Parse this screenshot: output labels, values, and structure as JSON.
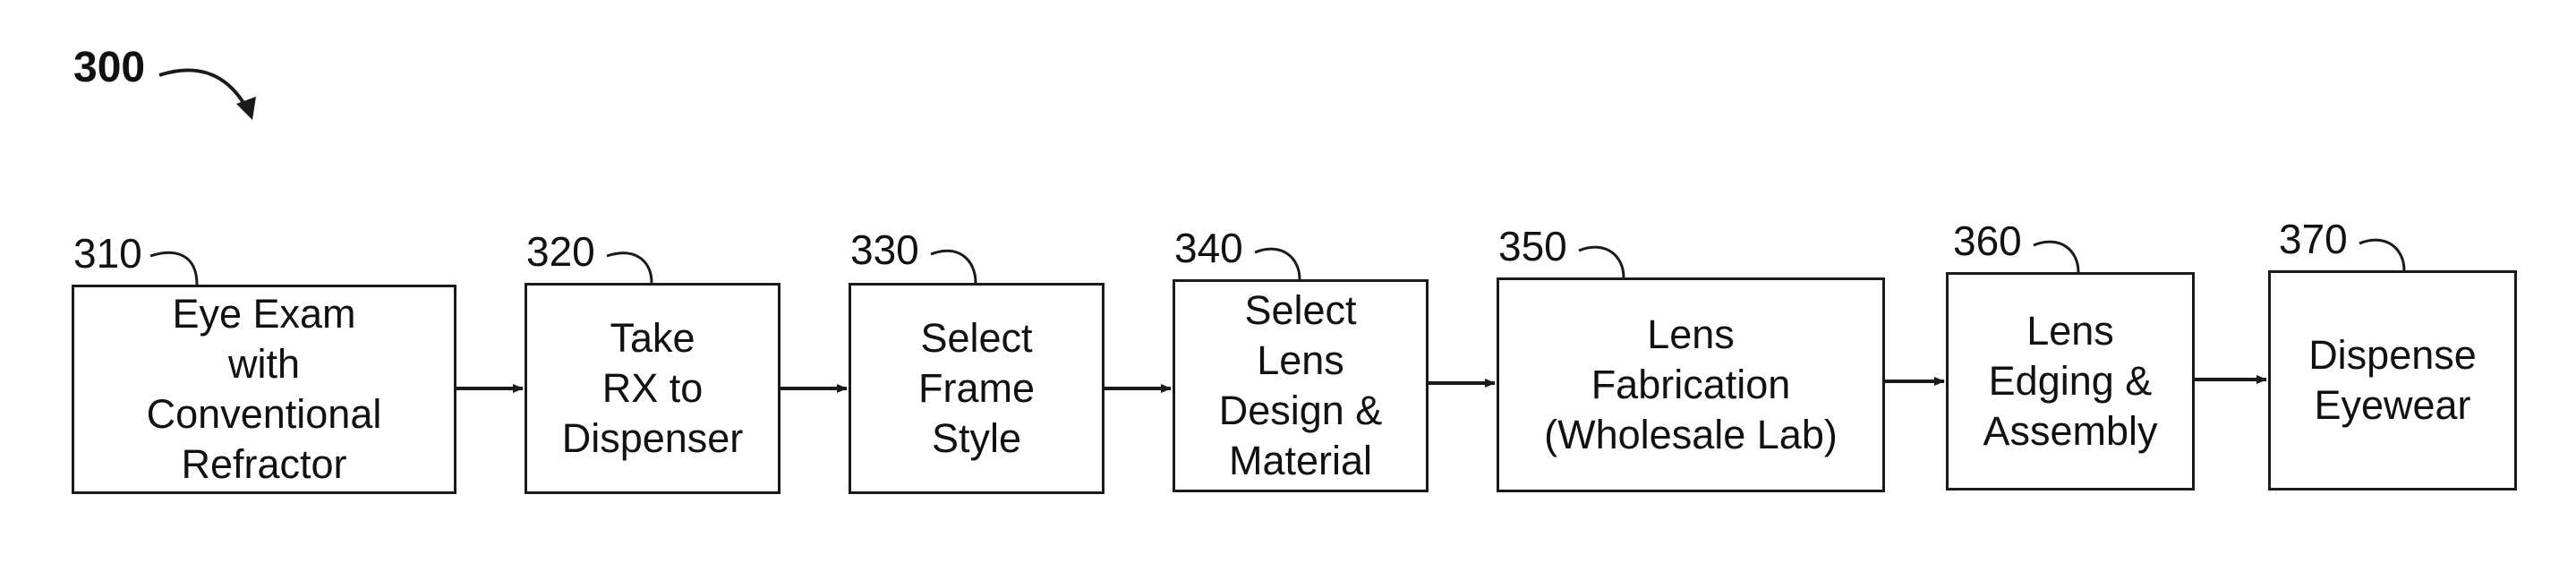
{
  "figure": {
    "label": "300"
  },
  "steps": [
    {
      "ref": "310",
      "text": "Eye Exam\nwith\nConventional\nRefractor"
    },
    {
      "ref": "320",
      "text": "Take\nRX to\nDispenser"
    },
    {
      "ref": "330",
      "text": "Select\nFrame\nStyle"
    },
    {
      "ref": "340",
      "text": "Select\nLens\nDesign &\nMaterial"
    },
    {
      "ref": "350",
      "text": "Lens\nFabrication\n(Wholesale Lab)"
    },
    {
      "ref": "360",
      "text": "Lens\nEdging &\nAssembly"
    },
    {
      "ref": "370",
      "text": "Dispense\nEyewear"
    }
  ],
  "colors": {
    "line": "#1a1a1a",
    "text": "#111111",
    "background": "#ffffff"
  }
}
